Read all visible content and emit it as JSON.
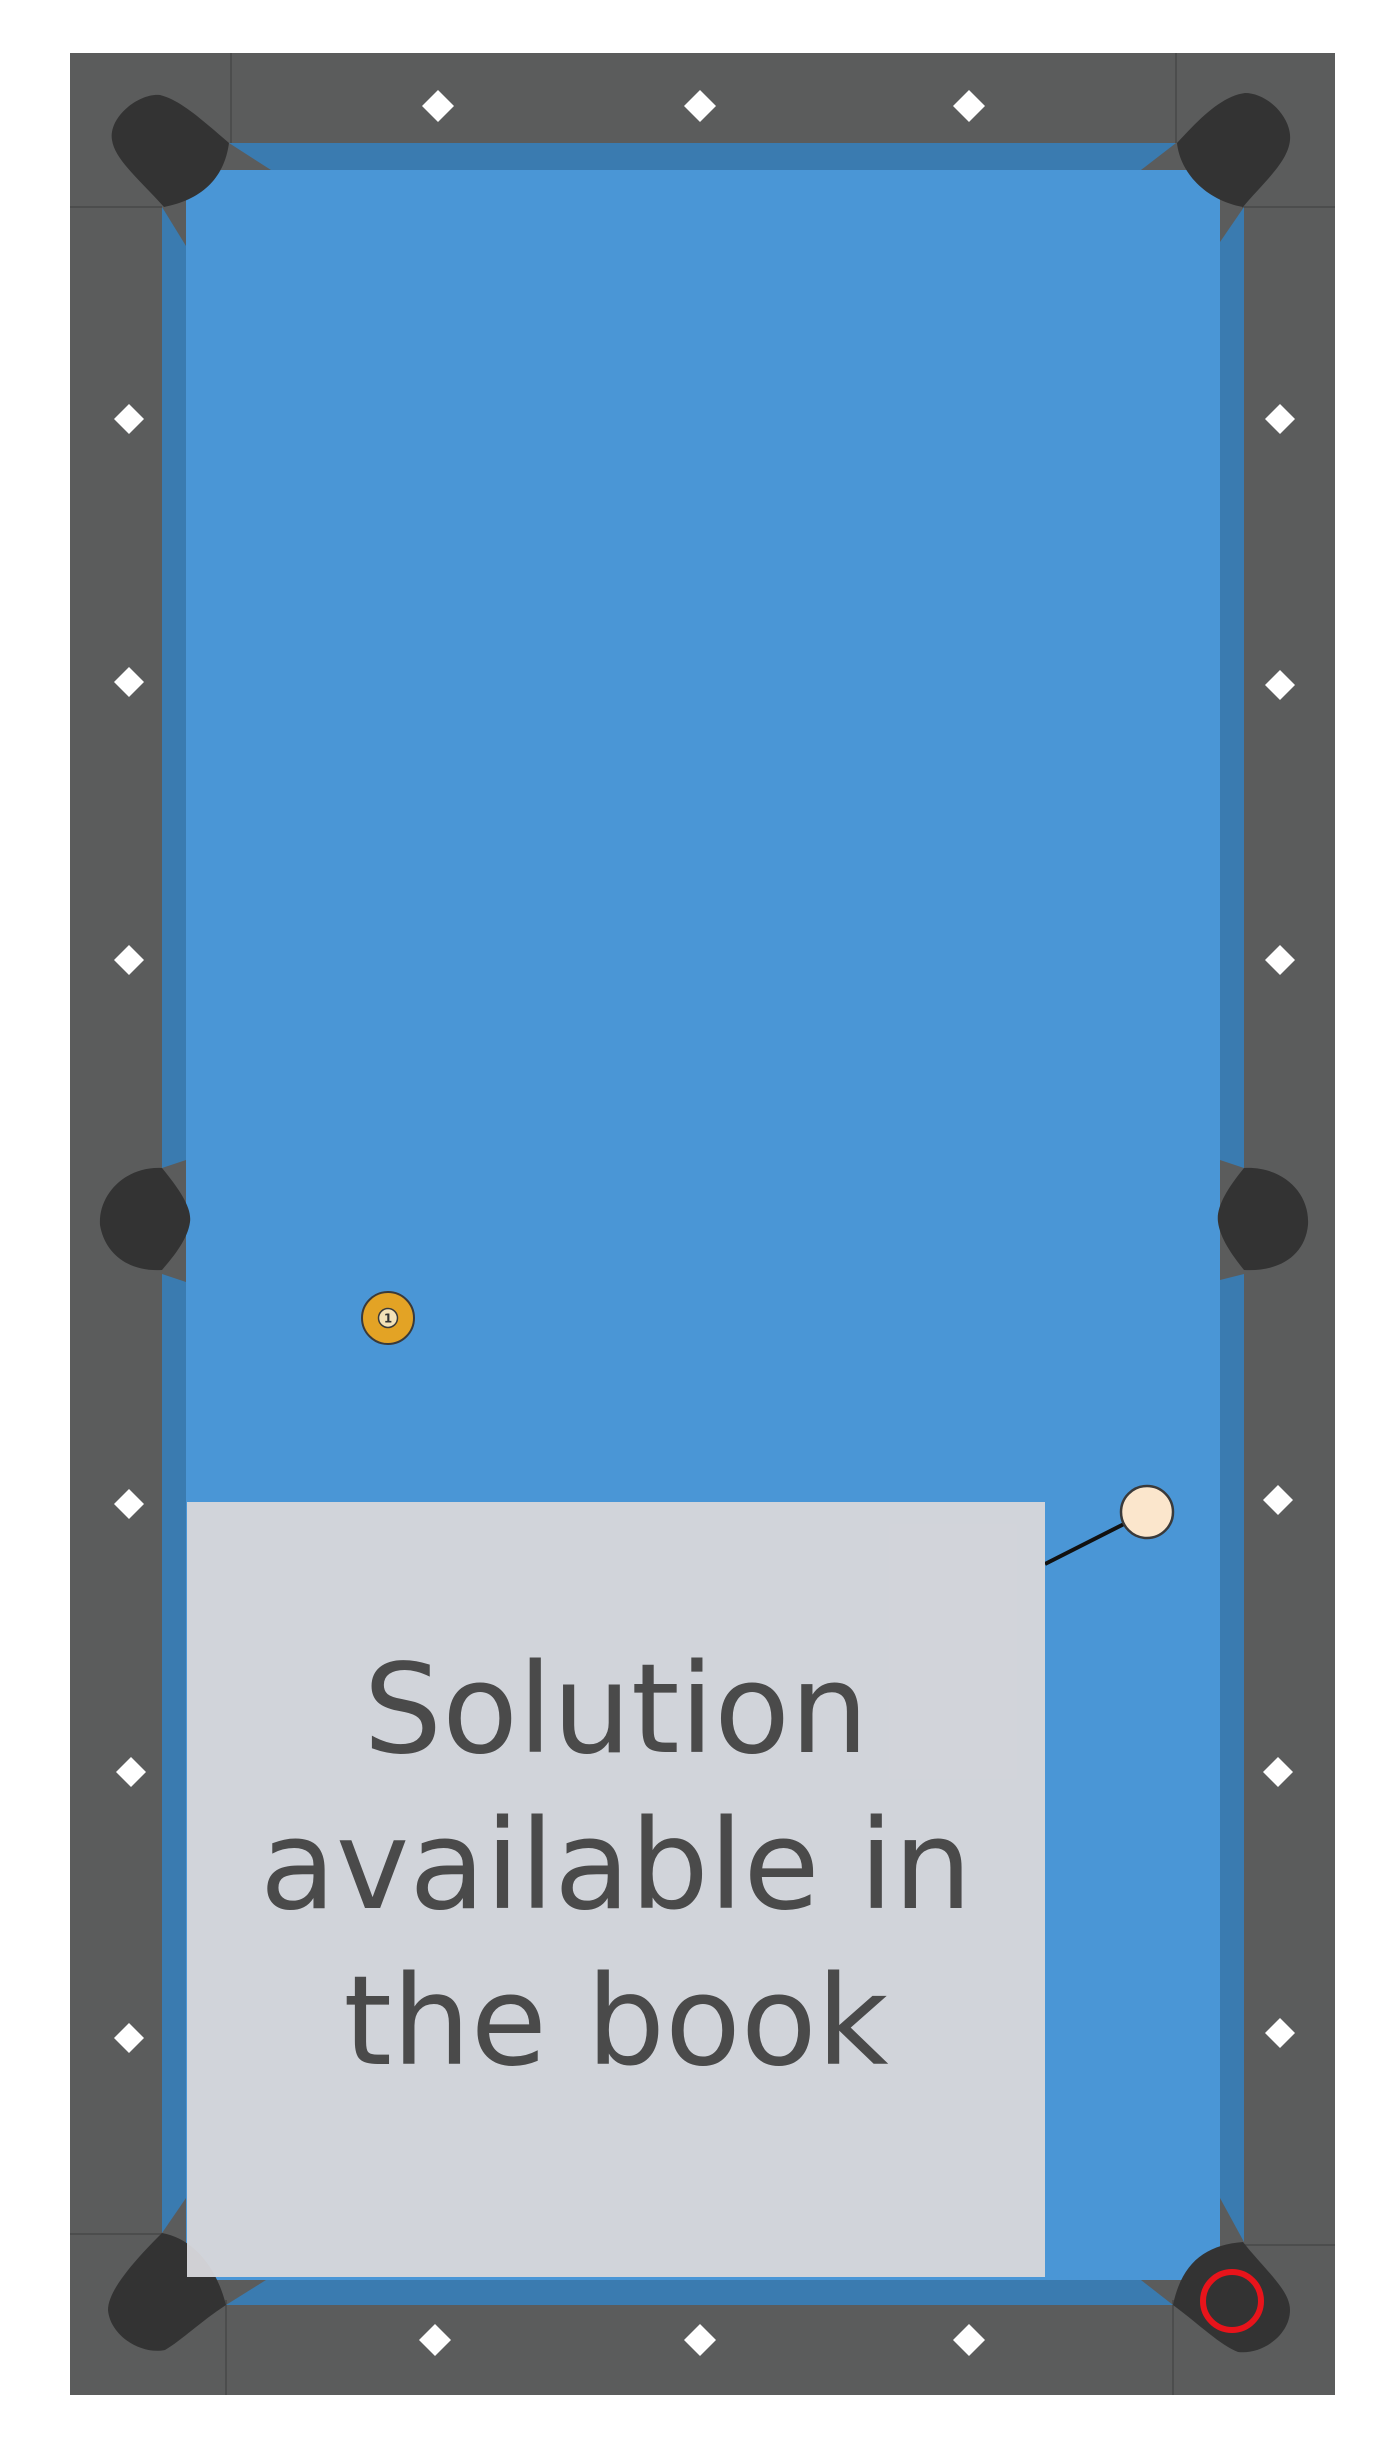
{
  "colors": {
    "rail": "#5b5c5c",
    "rail_seam": "#4c4d4d",
    "cloth": "#4a96d6",
    "cushion": "#3a7bb0",
    "pocket": "#333333",
    "diamond": "#ffffff",
    "object_ball_1": "#e3a325",
    "cue_ball": "#fbe6cc",
    "target_marker": "#e8141b",
    "overlay_bg": "#d6d6da",
    "overlay_text": "#4a4a4a"
  },
  "table": {
    "orientation": "portrait",
    "diamonds_per_long_rail": 6,
    "diamonds_per_short_rail": 3
  },
  "balls": [
    {
      "id": "object-ball-1",
      "label": "1",
      "color": "#e3a325"
    },
    {
      "id": "cue-ball",
      "label": "",
      "color": "#fbe6cc"
    }
  ],
  "target_pocket": "bottom-right",
  "overlay": {
    "text": "Solution available in the book"
  }
}
